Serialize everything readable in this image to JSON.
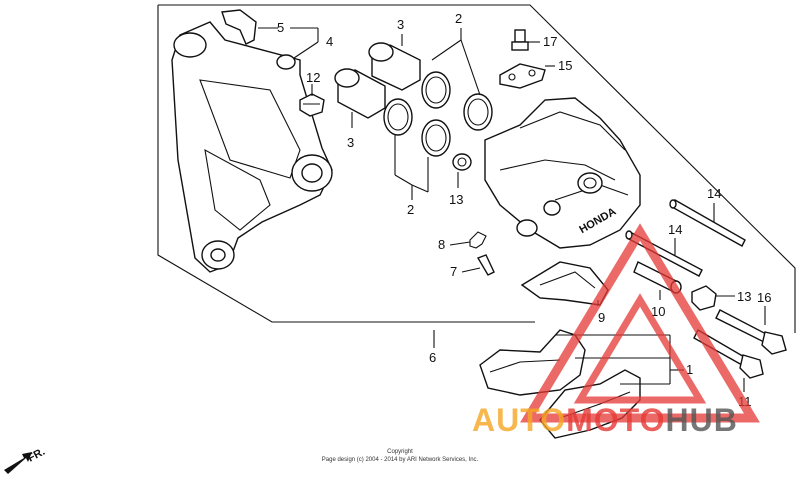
{
  "callouts": [
    {
      "id": "c1",
      "text": "1"
    },
    {
      "id": "c2a",
      "text": "2"
    },
    {
      "id": "c2b",
      "text": "2"
    },
    {
      "id": "c3a",
      "text": "3"
    },
    {
      "id": "c3b",
      "text": "3"
    },
    {
      "id": "c4",
      "text": "4"
    },
    {
      "id": "c5",
      "text": "5"
    },
    {
      "id": "c6",
      "text": "6"
    },
    {
      "id": "c7",
      "text": "7"
    },
    {
      "id": "c8",
      "text": "8"
    },
    {
      "id": "c9",
      "text": "9"
    },
    {
      "id": "c10",
      "text": "10"
    },
    {
      "id": "c11",
      "text": "11"
    },
    {
      "id": "c12",
      "text": "12"
    },
    {
      "id": "c13a",
      "text": "13"
    },
    {
      "id": "c13b",
      "text": "13"
    },
    {
      "id": "c14a",
      "text": "14"
    },
    {
      "id": "c14b",
      "text": "14"
    },
    {
      "id": "c15",
      "text": "15"
    },
    {
      "id": "c16",
      "text": "16"
    },
    {
      "id": "c17",
      "text": "17"
    }
  ],
  "caliper_brand": "HONDA",
  "fr_label": "FR.",
  "copyright": {
    "line1": "Copyright",
    "line2": "Page design (c) 2004 - 2014 by ARI Network Services, Inc."
  },
  "watermark": {
    "part1": "AUTO",
    "part2": "MOTO",
    "part3": "HUB",
    "color_orange": "#f5a623",
    "color_red": "#e53935",
    "color_gray": "#555555"
  }
}
